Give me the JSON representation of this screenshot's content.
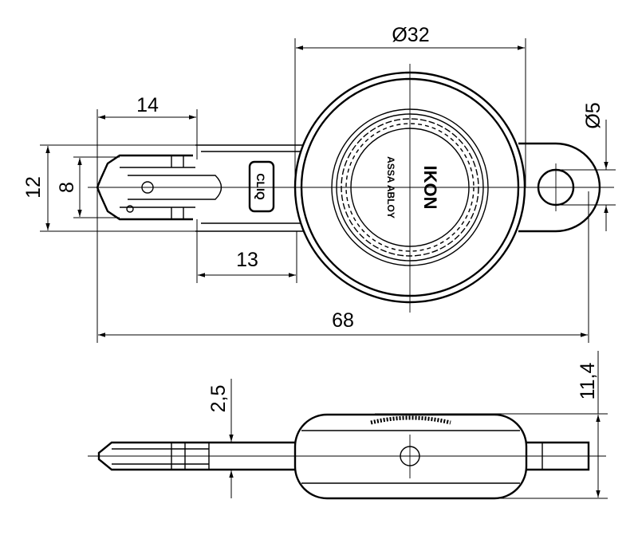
{
  "drawing": {
    "top_view": {
      "dimensions": {
        "head_diameter": "Ø32",
        "hole_diameter": "Ø5",
        "blade_length": "14",
        "shank_length": "13",
        "overall_length": "68",
        "width_outer": "12",
        "width_inner": "8"
      },
      "markings": {
        "blade_logo": "CLIQ",
        "brand": "IKON",
        "manufacturer": "ASSA ABLOY"
      }
    },
    "side_view": {
      "dimensions": {
        "blade_thickness": "2,5",
        "head_thickness": "11,4"
      }
    }
  }
}
